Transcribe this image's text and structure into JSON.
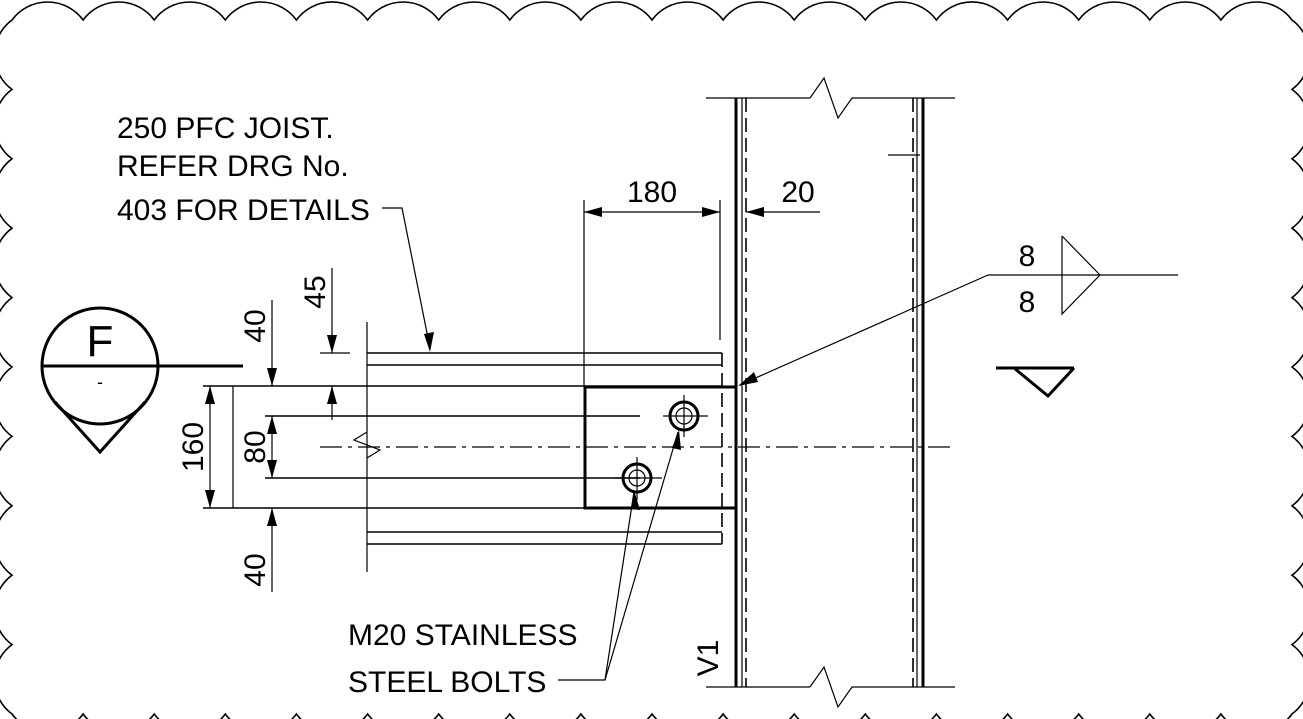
{
  "joist_note": {
    "line1": "250 PFC JOIST.",
    "line2": "REFER DRG No.",
    "line3": "403 FOR DETAILS"
  },
  "bolt_note": {
    "line1": "M20 STAINLESS",
    "line2": "STEEL BOLTS"
  },
  "dimensions": {
    "d180": "180",
    "d20": "20",
    "d45": "45",
    "d40_top": "40",
    "d160": "160",
    "d80": "80",
    "d40_bottom": "40"
  },
  "weld": {
    "top": "8",
    "bottom": "8"
  },
  "section_marker": {
    "letter": "F",
    "sheet": "-"
  },
  "column_label": "V1"
}
